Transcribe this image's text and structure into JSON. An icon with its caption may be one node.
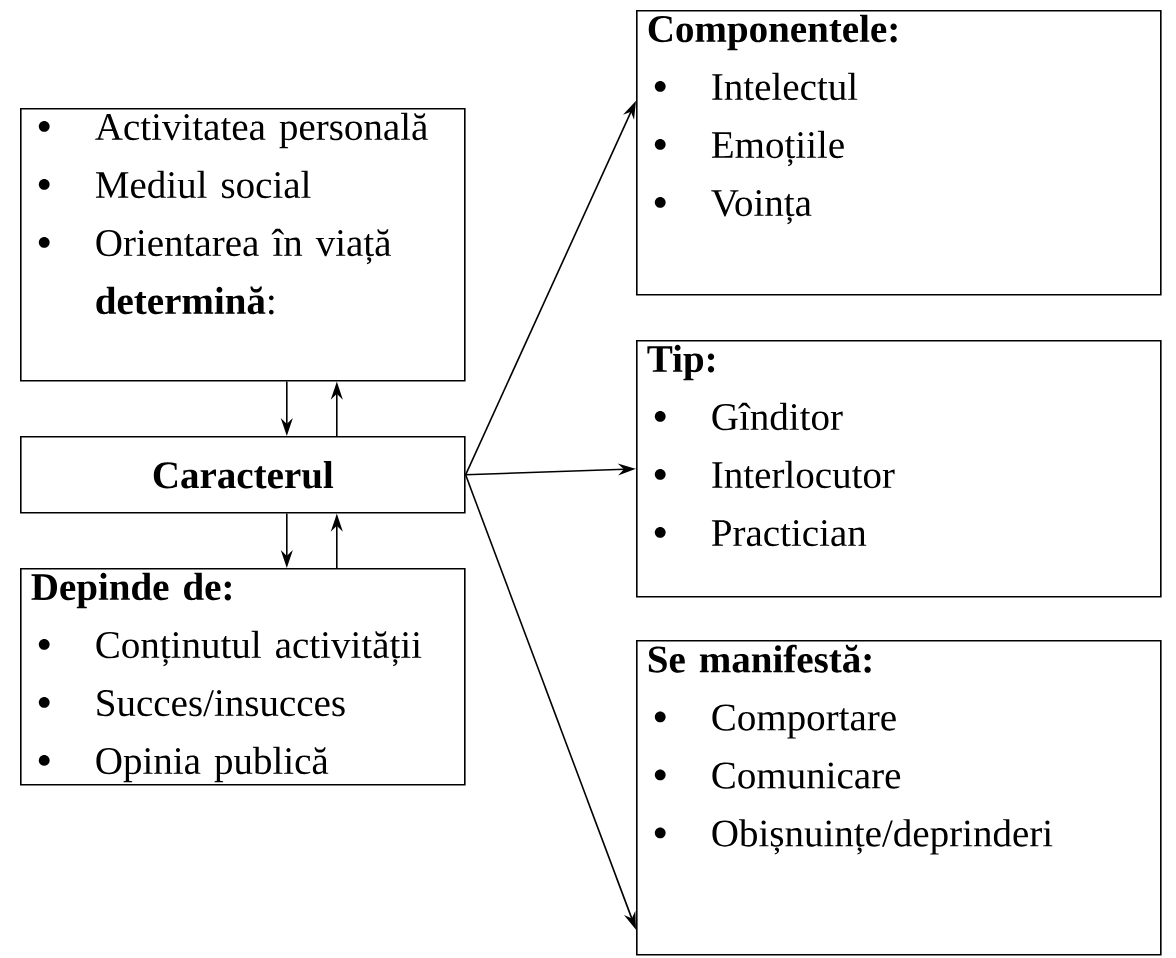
{
  "diagram": {
    "nodes": [
      {
        "text": [
          "Activitatea personală",
          "Mediul social",
          "Orientarea în viață **determină**:"
        ]
      },
      {
        "text": [
          "Caracterul"
        ]
      },
      {
        "text": [
          "Depinde de:",
          "Conținutul activității",
          "Succes/insucces",
          "Opinia publică"
        ]
      },
      {
        "text": [
          "Componentele:",
          "Intelectul",
          "Emoțiile",
          "Voința"
        ]
      },
      {
        "text": [
          "Tip:",
          "Gînditor",
          "Interlocutor",
          "Practician"
        ]
      },
      {
        "text": [
          "Se manifestă:",
          "Comportare",
          "Comunicare",
          "Obișnuințe/deprinderi"
        ]
      }
    ],
    "edges": [
      {
        "from": 0,
        "to": 1,
        "arrow": "to"
      },
      {
        "from": 1,
        "to": 0,
        "arrow": "to"
      },
      {
        "from": 1,
        "to": 2,
        "arrow": "to"
      },
      {
        "from": 2,
        "to": 1,
        "arrow": "to"
      },
      {
        "from": 1,
        "to": 3,
        "arrow": "to"
      },
      {
        "from": 1,
        "to": 4,
        "arrow": "to"
      },
      {
        "from": 1,
        "to": 5,
        "arrow": "to"
      }
    ]
  }
}
